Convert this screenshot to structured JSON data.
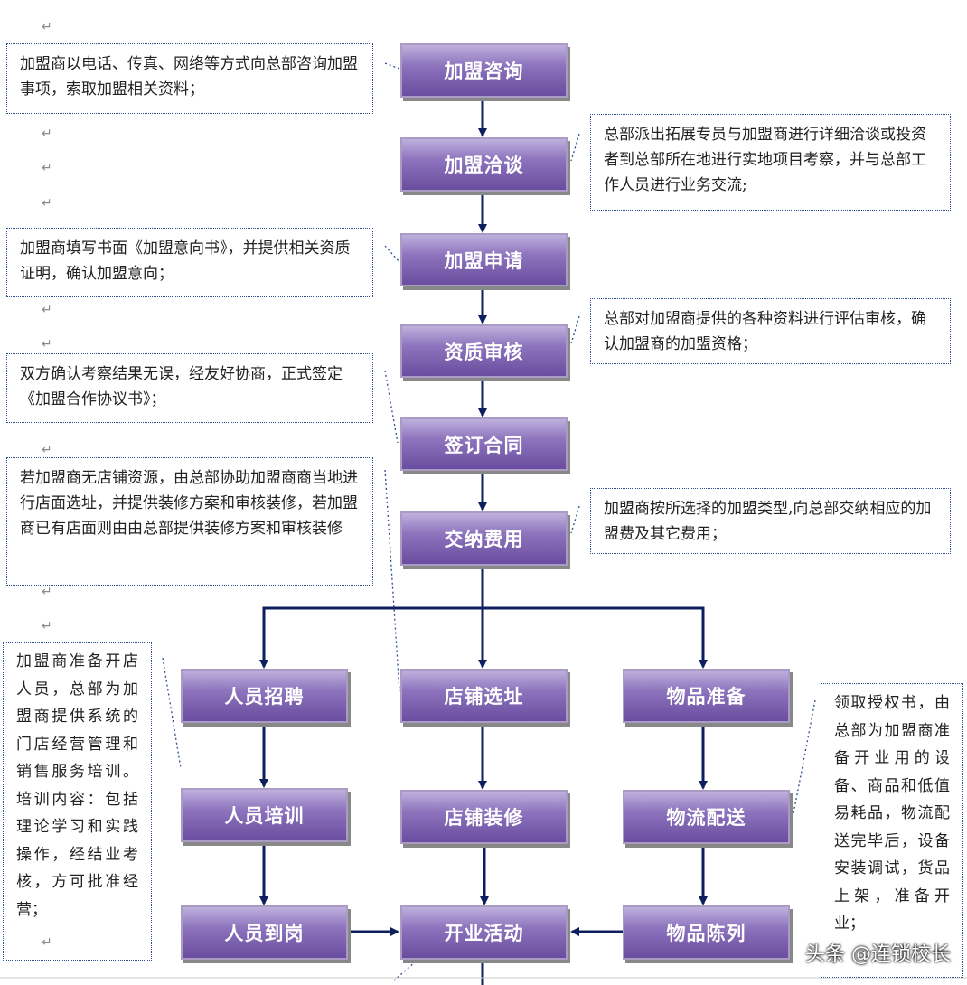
{
  "steps": {
    "consult": "加盟咨询",
    "negotiate": "加盟洽谈",
    "apply": "加盟申请",
    "review": "资质审核",
    "contract": "签订合同",
    "fee": "交纳费用",
    "recruit": "人员招聘",
    "site": "店铺选址",
    "goods_prep": "物品准备",
    "training": "人员培训",
    "decoration": "店铺装修",
    "logistics": "物流配送",
    "onboard": "人员到岗",
    "opening": "开业活动",
    "display": "物品陈列"
  },
  "notes": {
    "consult": "加盟商以电话、传真、网络等方式向总部咨询加盟事项，索取加盟相关资料；",
    "negotiate": "总部派出拓展专员与加盟商进行详细洽谈或投资者到总部所在地进行实地项目考察，并与总部工作人员进行业务交流;",
    "apply": "加盟商填写书面《加盟意向书》，并提供相关资质证明，确认加盟意向；",
    "review": "总部对加盟商提供的各种资料进行评估审核，确认加盟商的加盟资格；",
    "contract": "双方确认考察结果无误，经友好协商，正式签定《加盟合作协议书》；",
    "site": "若加盟商无店铺资源，由总部协助加盟商商当地进行店面选址，并提供装修方案和审核装修，若加盟商已有店面则由由总部提供装修方案和审核装修",
    "fee": "加盟商按所选择的加盟类型,向总部交纳相应的加盟费及其它费用；",
    "staff": "加盟商准备开店人员，总部为加盟商提供系统的门店经营管理和销售服务培训。培训内容：包括理论学习和实践操作，经结业考核，方可批准经营；",
    "goods": "领取授权书，由总部为加盟商准备开业用的设备、商品和低值易耗品，物流配送完毕后，设备安装调试，货品上架，准备开业；"
  },
  "return_mark": "↵",
  "watermark": "头条 @连锁校长",
  "colors": {
    "box_top": "#bfb0dd",
    "box_bottom": "#6a4d9f",
    "arrow": "#0d1f5c",
    "note_border": "#2a4d8f"
  }
}
